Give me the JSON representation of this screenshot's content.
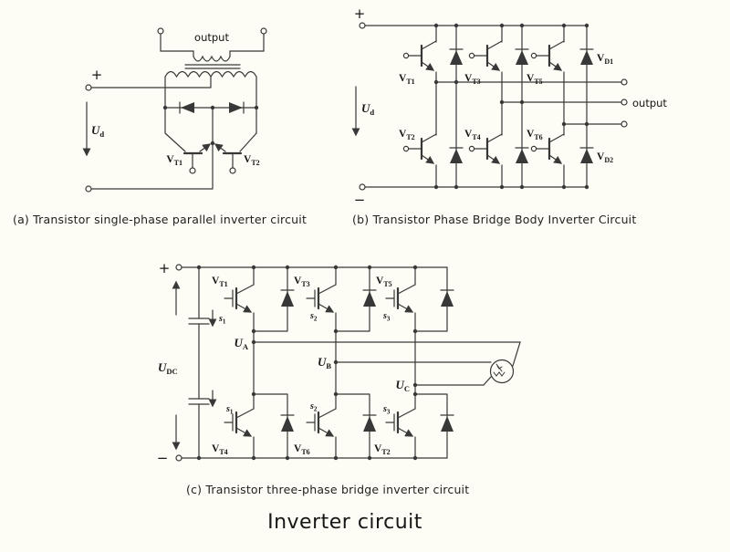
{
  "title": "Inverter circuit",
  "captions": {
    "a": "(a) Transistor single-phase parallel inverter circuit",
    "b": "(b)  Transistor Phase Bridge Body Inverter Circuit",
    "c": "(c)  Transistor three-phase bridge inverter circuit"
  },
  "colors": {
    "background": "#fdfdf5",
    "line": "#383838",
    "text": "#151515"
  },
  "circuit_a": {
    "output_label": "output",
    "plus": "+",
    "source": {
      "main": "U",
      "sub": "d"
    },
    "transistors": [
      {
        "main": "V",
        "sub": "T1"
      },
      {
        "main": "V",
        "sub": "T2"
      }
    ]
  },
  "circuit_b": {
    "plus": "+",
    "minus": "−",
    "output_label": "output",
    "source": {
      "main": "U",
      "sub": "d"
    },
    "transistors_top": [
      {
        "main": "V",
        "sub": "T1"
      },
      {
        "main": "V",
        "sub": "T3"
      },
      {
        "main": "V",
        "sub": "T5"
      }
    ],
    "transistors_bottom": [
      {
        "main": "V",
        "sub": "T2"
      },
      {
        "main": "V",
        "sub": "T4"
      },
      {
        "main": "V",
        "sub": "T6"
      }
    ],
    "diodes": [
      {
        "main": "V",
        "sub": "D1"
      },
      {
        "main": "V",
        "sub": "D2"
      }
    ]
  },
  "circuit_c": {
    "plus": "+",
    "minus": "−",
    "source": {
      "main": "U",
      "sub": "DC"
    },
    "switches_top": [
      {
        "main": "s",
        "sub": "1"
      },
      {
        "main": "s",
        "sub": "2"
      },
      {
        "main": "s",
        "sub": "3"
      }
    ],
    "switches_bottom": [
      {
        "main": "s",
        "sub": "1"
      },
      {
        "main": "s",
        "sub": "2"
      },
      {
        "main": "s",
        "sub": "3"
      }
    ],
    "phase_nodes": [
      {
        "main": "U",
        "sub": "A"
      },
      {
        "main": "U",
        "sub": "B"
      },
      {
        "main": "U",
        "sub": "C"
      }
    ],
    "transistors_top": [
      {
        "main": "V",
        "sub": "T1"
      },
      {
        "main": "V",
        "sub": "T3"
      },
      {
        "main": "V",
        "sub": "T5"
      }
    ],
    "transistors_bottom": [
      {
        "main": "V",
        "sub": "T4"
      },
      {
        "main": "V",
        "sub": "T6"
      },
      {
        "main": "V",
        "sub": "T2"
      }
    ]
  }
}
